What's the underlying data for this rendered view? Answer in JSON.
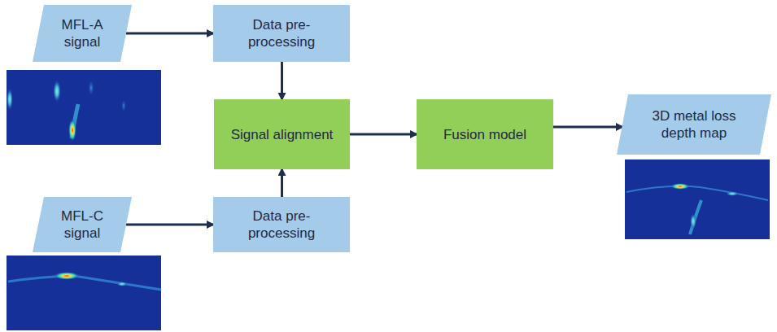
{
  "diagram": {
    "nodes": [
      {
        "text": [
          "MFL-A signal"
        ]
      },
      {
        "text": [
          "Data pre-processing"
        ]
      },
      {
        "text": [
          "Signal alignment"
        ]
      },
      {
        "text": [
          "Fusion model"
        ]
      },
      {
        "text": [
          "3D metal loss depth map"
        ]
      },
      {
        "text": [
          "MFL-C signal"
        ]
      },
      {
        "text": [
          "Data pre-processing"
        ]
      }
    ],
    "edges": [
      {
        "from": 0,
        "to": 1,
        "arrow": "to"
      },
      {
        "from": 1,
        "to": 2,
        "arrow": "to"
      },
      {
        "from": 6,
        "to": 2,
        "arrow": "to"
      },
      {
        "from": 5,
        "to": 6,
        "arrow": "to"
      },
      {
        "from": 2,
        "to": 3,
        "arrow": "to"
      },
      {
        "from": 3,
        "to": 4,
        "arrow": "to"
      }
    ]
  }
}
